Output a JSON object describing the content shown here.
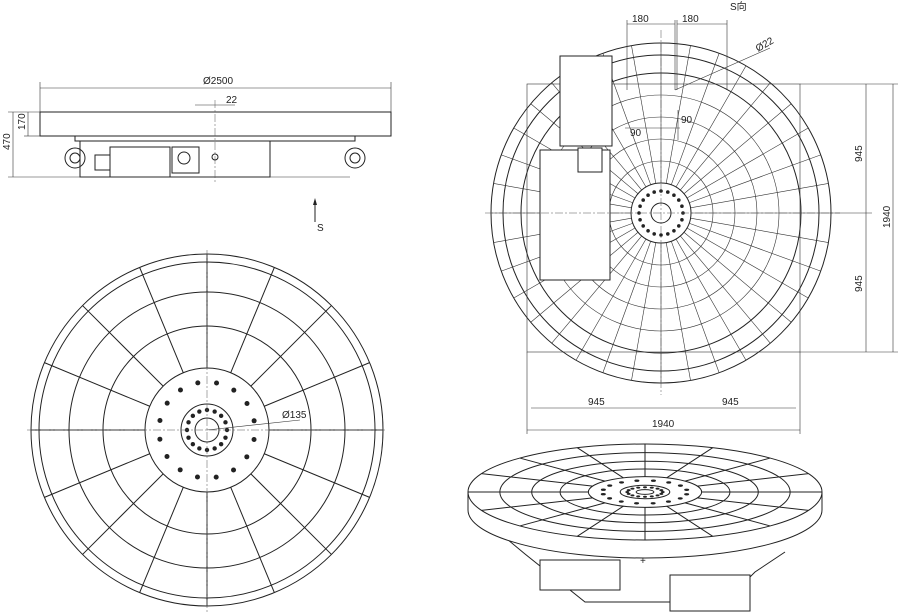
{
  "side_view": {
    "diameter_label": "Ø2500",
    "slot_label": "22",
    "top_thickness_label": "170",
    "height_label": "470",
    "direction_label": "S"
  },
  "plan_view": {
    "bore_label": "Ø135"
  },
  "s_view": {
    "title": "S向",
    "slot_pitch_left": "180",
    "slot_pitch_right": "180",
    "hole_label": "Ø22",
    "offset_h": "90",
    "offset_v": "90",
    "vert_half_top": "945",
    "vert_half_bottom": "945",
    "vert_total": "1940",
    "horiz_half_left": "945",
    "horiz_half_right": "945",
    "horiz_total": "1940"
  },
  "iso_view": {
    "center_mark": "+"
  }
}
